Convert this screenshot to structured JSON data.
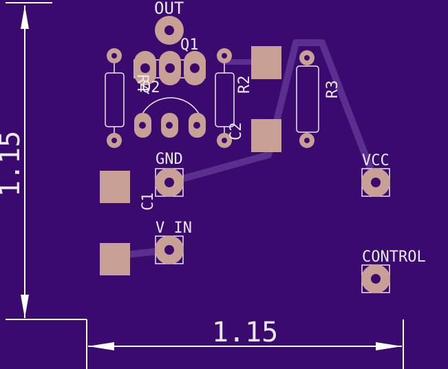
{
  "colors": {
    "board": "#3a0a6e",
    "pad": "#c8a096",
    "silkscreen": "#e9e9e9",
    "trace": "#5a2f8f"
  },
  "labels": {
    "out": "OUT",
    "q1": "Q1",
    "q2": "Q2",
    "r4": "R4",
    "r2": "R2",
    "r3": "R3",
    "c1": "C1",
    "c2": "C2",
    "gnd": "GND",
    "vcc": "VCC",
    "v_in": "V_IN",
    "control": "CONTROL"
  },
  "dimensions": {
    "vertical": "1.15",
    "horizontal": "1.15"
  }
}
